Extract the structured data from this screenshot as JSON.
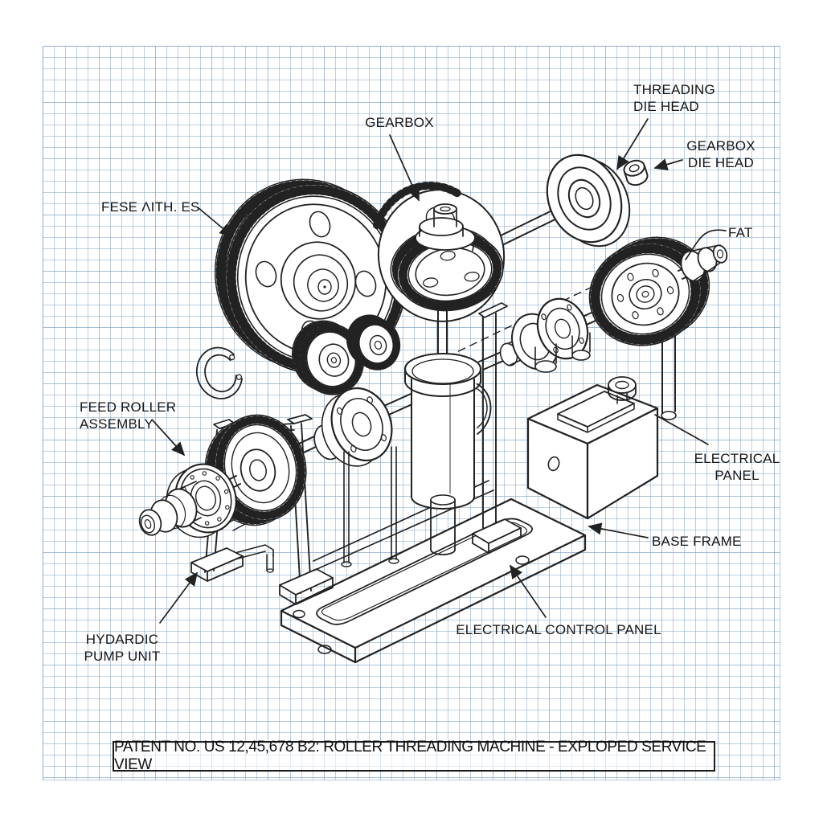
{
  "page": {
    "paper_color": "#ffffff",
    "grid_color": "#b8cde0",
    "ink_color": "#222222"
  },
  "labels": {
    "gearbox": "GEARBOX",
    "threading_die_head": "THREADING\nDIE HEAD",
    "gearbox_die_head": "GEARBOX\nDIE HEAD",
    "tooth_note": "FESE ΛITH. ES",
    "fat": "FAT",
    "feed_roller_assembly": "FEED ROLLER\nASSEMBLY",
    "electrical_panel": "ELECTRICAL\nPANEL",
    "base_frame": "BASE FRAME",
    "electrical_control_panel": "ELECTRICAL CONTROL PANEL",
    "hydraulic_pump_unit": "HYDARDIC\nPUMP UNIT"
  },
  "title_block": {
    "text": "PATENT NO. US 12,45,678 B2: ROLLER THREADING MACHINE - EXPLOPED SERVICE VIEW"
  }
}
